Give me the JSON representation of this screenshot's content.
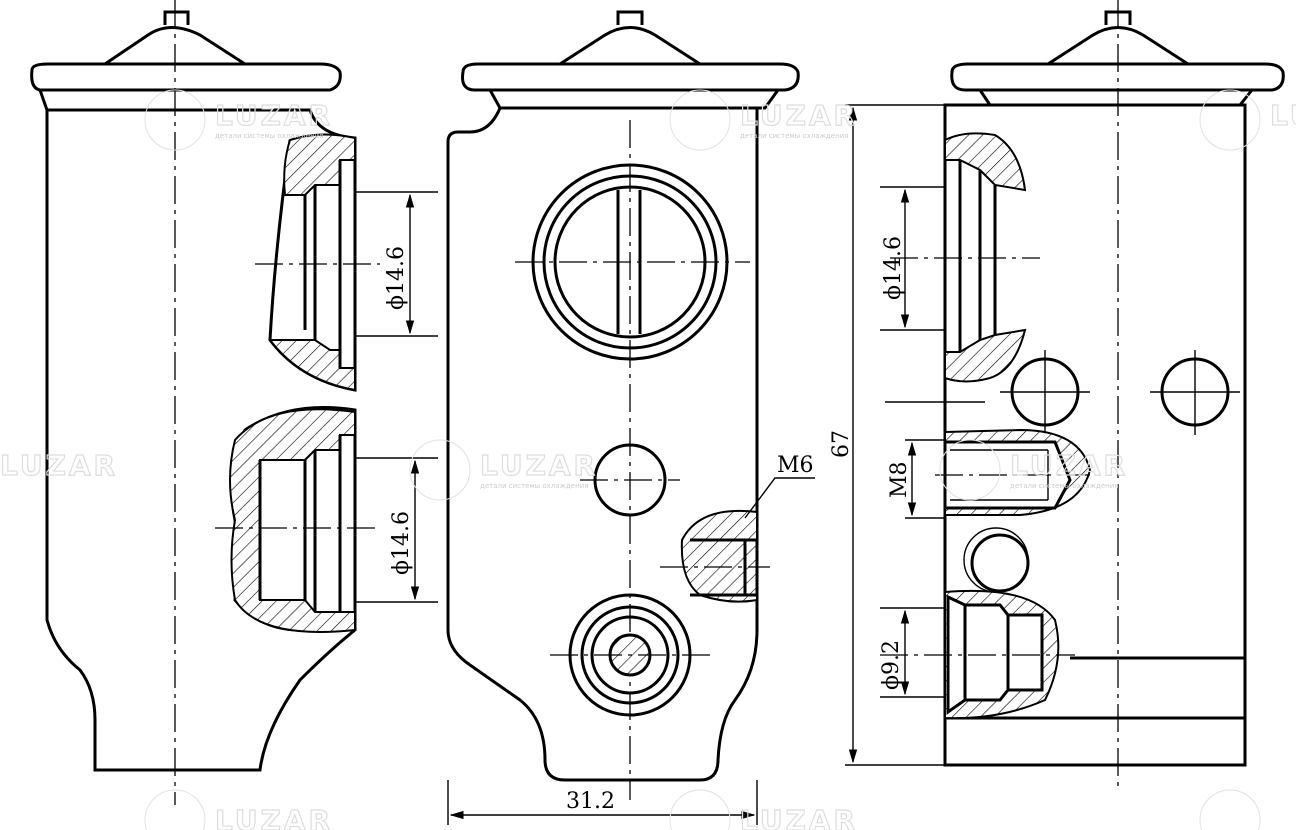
{
  "watermark": {
    "brand": "LUZAR",
    "subtitle": "детали системы охлаждения"
  },
  "left_view": {
    "dim_upper": "ϕ14.6",
    "dim_lower": "ϕ14.6"
  },
  "front_view": {
    "thread_label": "M6",
    "width_dim": "31.2"
  },
  "side_view": {
    "height_dim": "67",
    "dim_upper": "ϕ14.6",
    "thread_label": "M8",
    "dim_lower": "ϕ9.2"
  }
}
